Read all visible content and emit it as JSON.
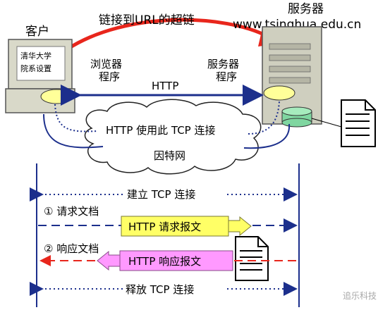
{
  "labels": {
    "hyperlink_title": "链接到URL的超链",
    "server_url": "www.tsinghua.edu.cn",
    "client": "客户",
    "server": "服务器",
    "screen_line1": "清华大学",
    "screen_line2": "院系设置",
    "browser": "浏览器",
    "browser_prog": "程序",
    "server_prog_1": "服务器",
    "server_prog_2": "程序",
    "http": "HTTP",
    "http_uses_tcp": "HTTP 使用此 TCP 连接",
    "internet": "因特网",
    "establish_tcp": "建立 TCP 连接",
    "request_doc": "① 请求文档",
    "http_request": "HTTP 请求报文",
    "response_doc": "② 响应文档",
    "http_response": "HTTP 响应报文",
    "release_tcp": "释放 TCP 连接",
    "watermark": "追乐科技"
  },
  "colors": {
    "red_arrow": "#e8261c",
    "blue_line": "#1c2f8c",
    "request_box": "#ffff66",
    "response_box": "#ff99ff",
    "ellipse": "#ffff99",
    "computer": "#d9d9c9"
  }
}
